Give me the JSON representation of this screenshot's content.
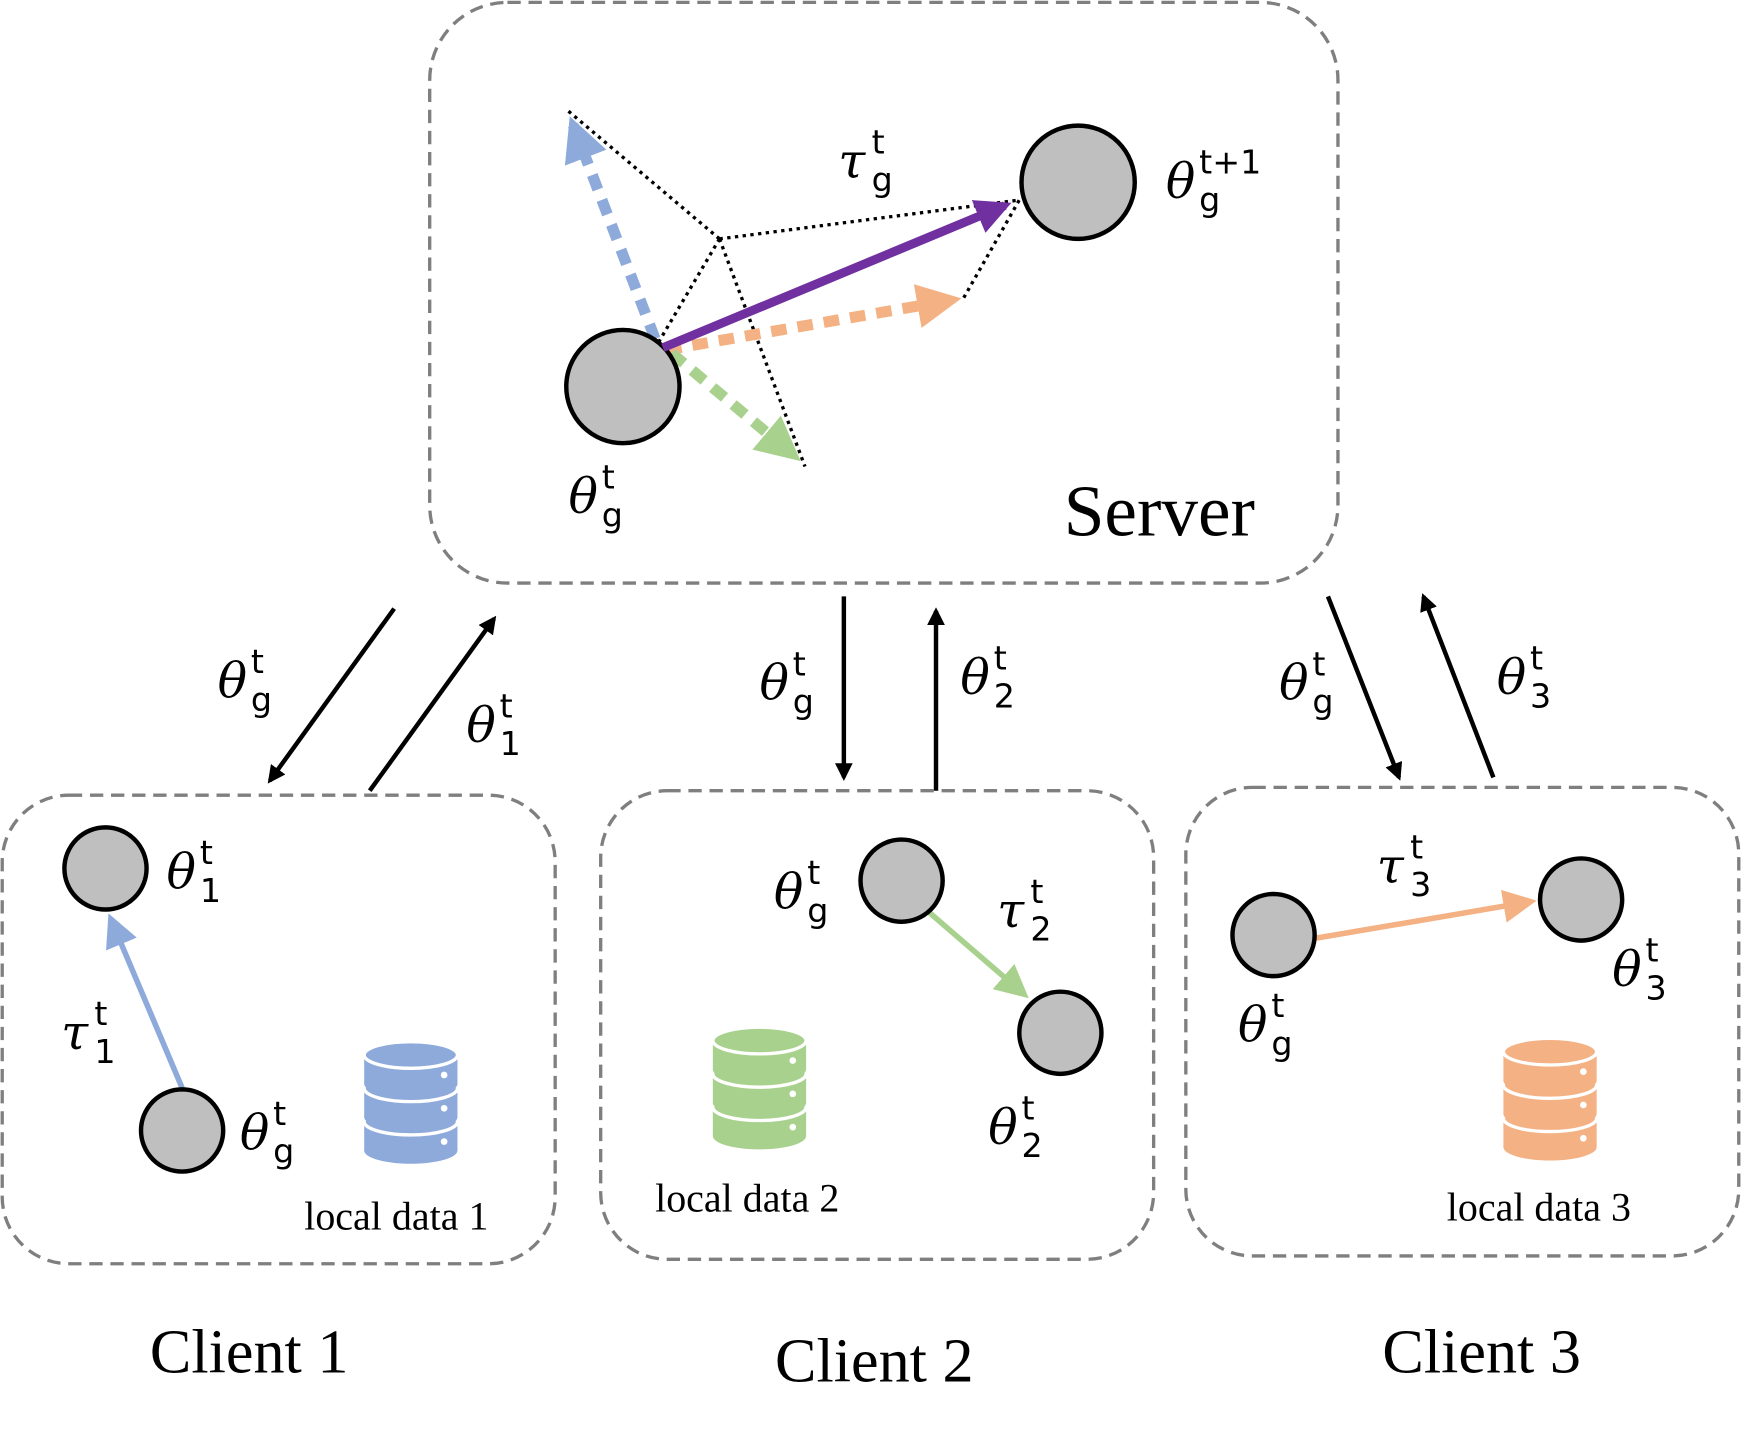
{
  "colors": {
    "purple": "#7030a0",
    "blue": "#8eaadb",
    "orange": "#f4b183",
    "green": "#a9d18e",
    "node": "#bfbfbf",
    "box": "#7f7f7f"
  },
  "math": {
    "theta_g_t": {
      "base": "θ",
      "sup": "t",
      "sub": "g"
    },
    "theta_g_t1": {
      "base": "θ",
      "sup": "t+1",
      "sub": "g"
    },
    "tau_g_t": {
      "base": "τ",
      "sup": "t",
      "sub": "g"
    },
    "theta_1_t": {
      "base": "θ",
      "sup": "t",
      "sub": "1"
    },
    "theta_2_t": {
      "base": "θ",
      "sup": "t",
      "sub": "2"
    },
    "theta_3_t": {
      "base": "θ",
      "sup": "t",
      "sub": "3"
    },
    "tau_1_t": {
      "base": "τ",
      "sup": "t",
      "sub": "1"
    },
    "tau_2_t": {
      "base": "τ",
      "sup": "t",
      "sub": "2"
    },
    "tau_3_t": {
      "base": "τ",
      "sup": "t",
      "sub": "3"
    }
  },
  "server": {
    "label": "Server"
  },
  "clients": [
    {
      "caption": "Client 1",
      "data_label": "local data 1",
      "icon": "database-icon",
      "color": "#8eaadb"
    },
    {
      "caption": "Client 2",
      "data_label": "local data 2",
      "icon": "database-icon",
      "color": "#a9d18e"
    },
    {
      "caption": "Client 3",
      "data_label": "local data 3",
      "icon": "database-icon",
      "color": "#f4b183"
    }
  ]
}
